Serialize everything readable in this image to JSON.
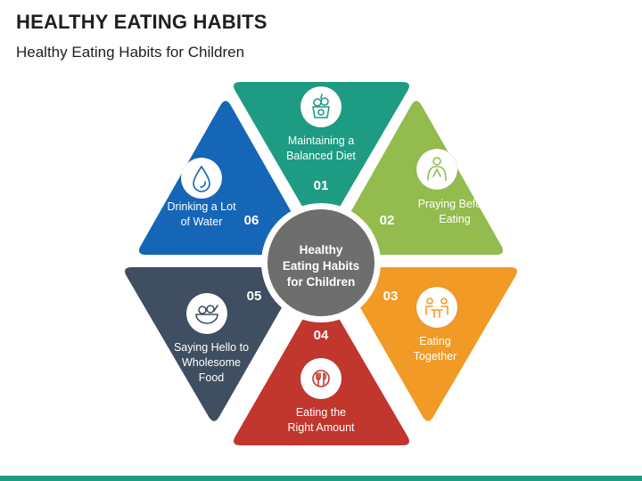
{
  "header": {
    "title": "HEALTHY EATING HABITS",
    "subtitle": "Healthy Eating Habits for Children"
  },
  "center": {
    "lines": [
      "Healthy",
      "Eating Habits",
      "for Children"
    ],
    "color": "#6e6e6e"
  },
  "segments": [
    {
      "id": "01",
      "number": "01",
      "lines": [
        "Maintaining a",
        "Balanced Diet"
      ],
      "color": "#1e9b83",
      "icon": "fruit-basket-icon"
    },
    {
      "id": "02",
      "number": "02",
      "lines": [
        "Praying Before",
        "Eating"
      ],
      "color": "#93bb4d",
      "icon": "praying-person-icon"
    },
    {
      "id": "03",
      "number": "03",
      "lines": [
        "Eating",
        "Together"
      ],
      "color": "#f19a25",
      "icon": "people-at-table-icon"
    },
    {
      "id": "04",
      "number": "04",
      "lines": [
        "Eating the",
        "Right Amount"
      ],
      "color": "#c1362d",
      "icon": "plate-cutlery-icon"
    },
    {
      "id": "05",
      "number": "05",
      "lines": [
        "Saying Hello to",
        "Wholesome",
        "Food"
      ],
      "color": "#3f4e60",
      "icon": "food-bowl-icon"
    },
    {
      "id": "06",
      "number": "06",
      "lines": [
        "Drinking a Lot",
        "of Water"
      ],
      "color": "#1566b7",
      "icon": "water-drop-icon"
    }
  ],
  "accent_bar_color": "#1e9b83"
}
